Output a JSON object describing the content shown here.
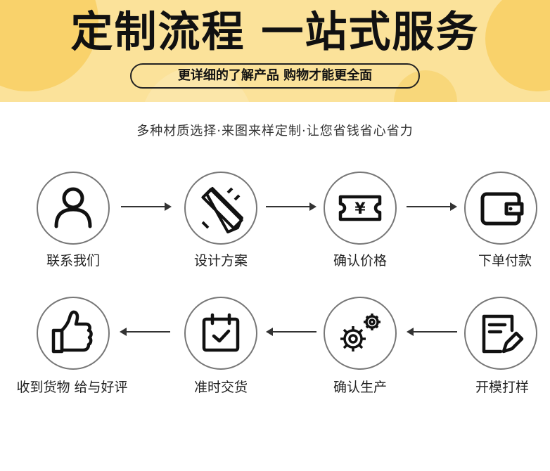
{
  "banner": {
    "title": "定制流程 一站式服务",
    "subtitle": "更详细的了解产品 购物才能更全面"
  },
  "tagline": "多种材质选择·来图来样定制·让您省钱省心省力",
  "steps": [
    {
      "label": "联系我们",
      "icon": "user-icon"
    },
    {
      "label": "设计方案",
      "icon": "pencil-ruler-icon"
    },
    {
      "label": "确认价格",
      "icon": "yen-ticket-icon"
    },
    {
      "label": "下单付款",
      "icon": "wallet-icon"
    },
    {
      "label": "开模打样",
      "icon": "document-edit-icon"
    },
    {
      "label": "确认生产",
      "icon": "gears-icon"
    },
    {
      "label": "准时交货",
      "icon": "calendar-check-icon"
    },
    {
      "label": "收到货物  给与好评",
      "icon": "thumbs-up-icon"
    }
  ],
  "colors": {
    "banner_bg": "#fbe29a",
    "accent": "#f9d26b",
    "stroke": "#111111"
  }
}
